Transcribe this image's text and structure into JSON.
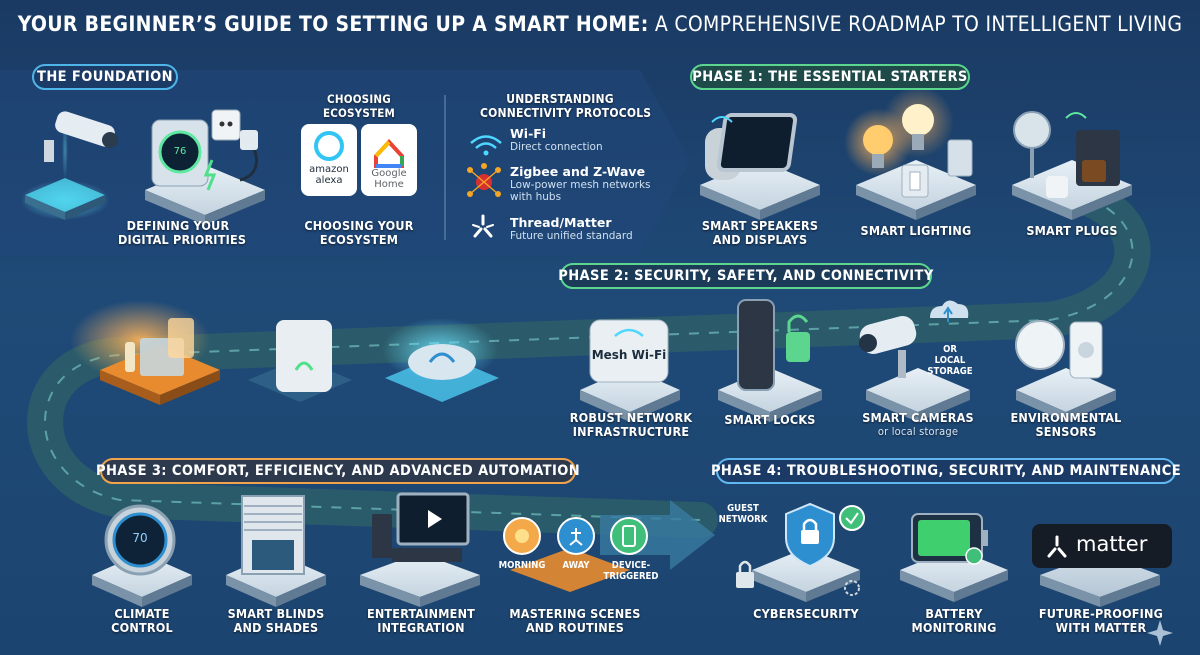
{
  "title": {
    "bold": "YOUR BEGINNER’S GUIDE TO SETTING UP A SMART HOME:",
    "light": "A COMPREHENSIVE ROADMAP TO INTELLIGENT LIVING"
  },
  "foundation": {
    "pill": "THE FOUNDATION",
    "priorities_line1": "DEFINING YOUR",
    "priorities_line2": "DIGITAL PRIORITIES",
    "choosing_top_line1": "CHOOSING",
    "choosing_top_line2": "ECOSYSTEM",
    "choosing_bottom_line1": "CHOOSING YOUR",
    "choosing_bottom_line2": "ECOSYSTEM",
    "alexa_label_1": "amazon",
    "alexa_label_2": "alexa",
    "google_label_1": "Google",
    "google_label_2": "Home",
    "thermostat_value": "76",
    "protocols": {
      "heading_line1": "UNDERSTANDING",
      "heading_line2": "CONNECTIVITY PROTOCOLS",
      "items": [
        {
          "title": "Wi-Fi",
          "desc1": "Direct connection",
          "desc2": ""
        },
        {
          "title": "Zigbee and Z-Wave",
          "desc1": "Low-power mesh networks",
          "desc2": "with hubs"
        },
        {
          "title": "Thread/Matter",
          "desc1": "Future unified standard",
          "desc2": ""
        }
      ]
    }
  },
  "phase1": {
    "pill": "PHASE 1: THE ESSENTIAL STARTERS",
    "items": [
      {
        "line1": "SMART SPEAKERS",
        "line2": "AND DISPLAYS"
      },
      {
        "line1": "SMART LIGHTING",
        "line2": ""
      },
      {
        "line1": "SMART PLUGS",
        "line2": ""
      }
    ]
  },
  "phase2": {
    "pill": "PHASE 2: SECURITY, SAFETY, AND CONNECTIVITY",
    "mesh_label_1": "Mesh",
    "mesh_label_2": "Wi-Fi",
    "or_local_1": "OR",
    "or_local_2": "LOCAL",
    "or_local_3": "STORAGE",
    "items": [
      {
        "line1": "ROBUST NETWORK",
        "line2": "INFRASTRUCTURE",
        "sub": ""
      },
      {
        "line1": "SMART LOCKS",
        "line2": "",
        "sub": ""
      },
      {
        "line1": "SMART CAMERAS",
        "line2": "",
        "sub": "or local storage"
      },
      {
        "line1": "ENVIRONMENTAL",
        "line2": "SENSORS",
        "sub": ""
      }
    ]
  },
  "phase3": {
    "pill": "PHASE 3: COMFORT, EFFICIENCY, AND ADVANCED AUTOMATION",
    "thermostat_value": "70",
    "routines": [
      "MORNING",
      "AWAY",
      "DEVICE-",
      "TRIGGERED"
    ],
    "items": [
      {
        "line1": "CLIMATE",
        "line2": "CONTROL"
      },
      {
        "line1": "SMART BLINDS",
        "line2": "AND SHADES"
      },
      {
        "line1": "ENTERTAINMENT",
        "line2": "INTEGRATION"
      },
      {
        "line1": "MASTERING SCENES",
        "line2": "AND ROUTINES"
      }
    ]
  },
  "phase4": {
    "pill": "PHASE 4: TROUBLESHOOTING, SECURITY, AND MAINTENANCE",
    "guest_1": "GUEST",
    "guest_2": "NETWORK",
    "matter_logo_text": "matter",
    "items": [
      {
        "line1": "CYBERSECURITY",
        "line2": ""
      },
      {
        "line1": "BATTERY",
        "line2": "MONITORING"
      },
      {
        "line1": "FUTURE-PROOFING",
        "line2": "WITH MATTER"
      }
    ]
  },
  "colors": {
    "accent_blue": "#4fb4e8",
    "accent_green": "#5cd68f",
    "accent_orange": "#f0a34b",
    "road": "#3f7a86"
  }
}
